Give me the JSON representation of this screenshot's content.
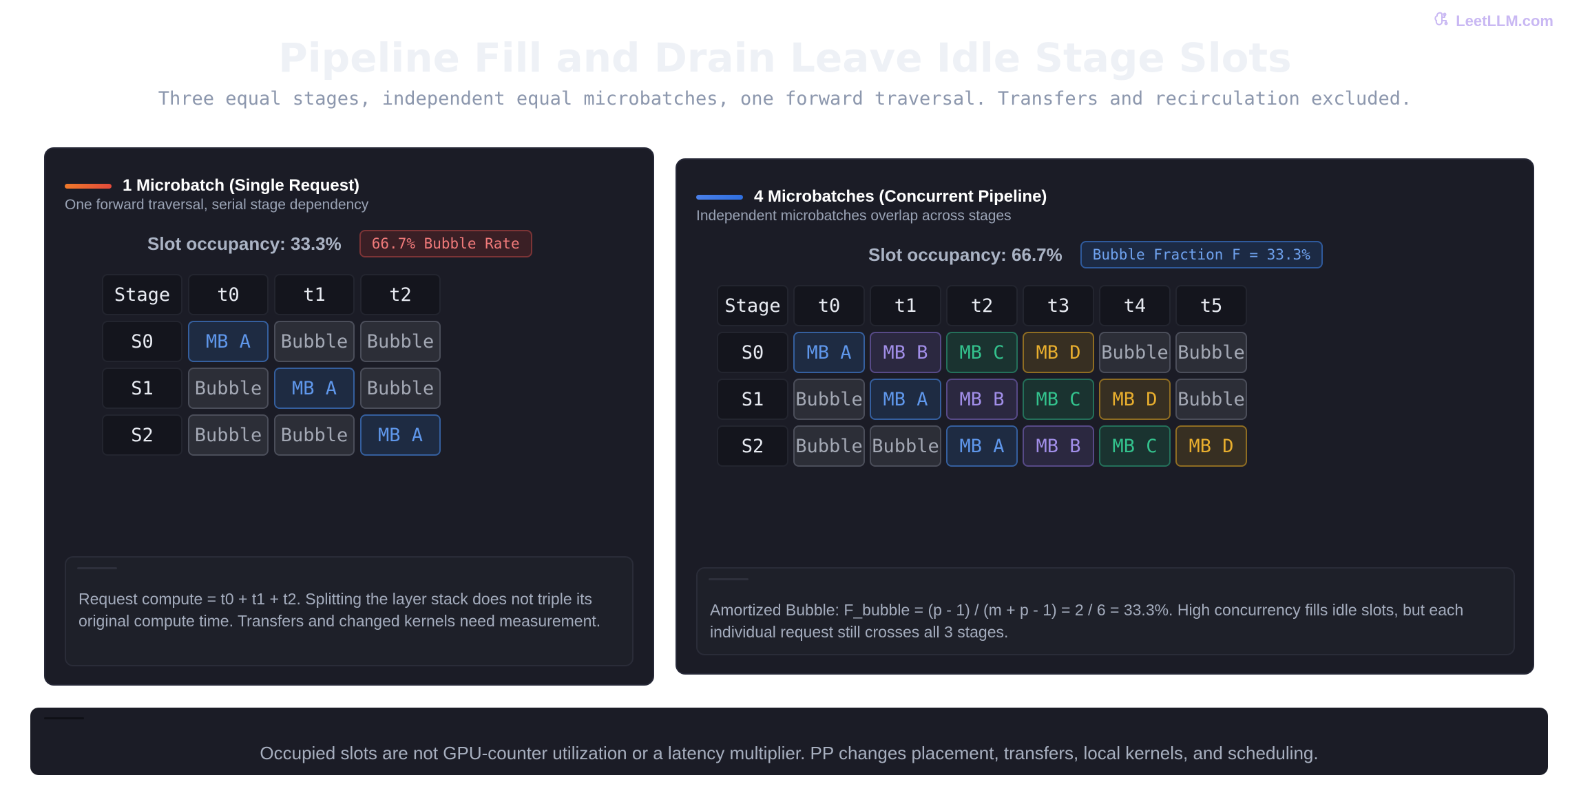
{
  "brand": {
    "label": "LeetLLM.com",
    "icon": "brain-circuit-icon"
  },
  "title": "Pipeline Fill and Drain Leave Idle Stage Slots",
  "subtitle": "Three equal stages, independent equal microbatches, one forward traversal. Transfers and recirculation excluded.",
  "left": {
    "title": "1 Microbatch (Single Request)",
    "accent": "#f07a2a",
    "description": "One forward traversal, serial stage dependency",
    "occupancy": "Slot occupancy: 33.3%",
    "badge": "66.7% Bubble Rate",
    "headers": [
      "Stage",
      "t0",
      "t1",
      "t2"
    ],
    "rows": [
      {
        "stage": "S0",
        "cells": [
          "MB A",
          "Bubble",
          "Bubble"
        ]
      },
      {
        "stage": "S1",
        "cells": [
          "Bubble",
          "MB A",
          "Bubble"
        ]
      },
      {
        "stage": "S2",
        "cells": [
          "Bubble",
          "Bubble",
          "MB A"
        ]
      }
    ],
    "note": "Request compute = t0 + t1 + t2. Splitting the layer stack does not triple its original compute time. Transfers and changed kernels need measurement."
  },
  "right": {
    "title": "4 Microbatches (Concurrent Pipeline)",
    "accent": "#4a7fe8",
    "description": "Independent microbatches overlap across stages",
    "occupancy": "Slot occupancy: 66.7%",
    "badge": "Bubble Fraction F = 33.3%",
    "headers": [
      "Stage",
      "t0",
      "t1",
      "t2",
      "t3",
      "t4",
      "t5"
    ],
    "rows": [
      {
        "stage": "S0",
        "cells": [
          "MB A",
          "MB B",
          "MB C",
          "MB D",
          "Bubble",
          "Bubble"
        ]
      },
      {
        "stage": "S1",
        "cells": [
          "Bubble",
          "MB A",
          "MB B",
          "MB C",
          "MB D",
          "Bubble"
        ]
      },
      {
        "stage": "S2",
        "cells": [
          "Bubble",
          "Bubble",
          "MB A",
          "MB B",
          "MB C",
          "MB D"
        ]
      }
    ],
    "note": "Amortized Bubble: F_bubble = (p - 1) / (m + p - 1) = 2 / 6 = 33.3%. High concurrency fills idle slots, but each individual request still crosses all 3 stages."
  },
  "footer": "Occupied slots are not GPU-counter utilization or a latency multiplier. PP changes placement, transfers, local kernels, and scheduling."
}
